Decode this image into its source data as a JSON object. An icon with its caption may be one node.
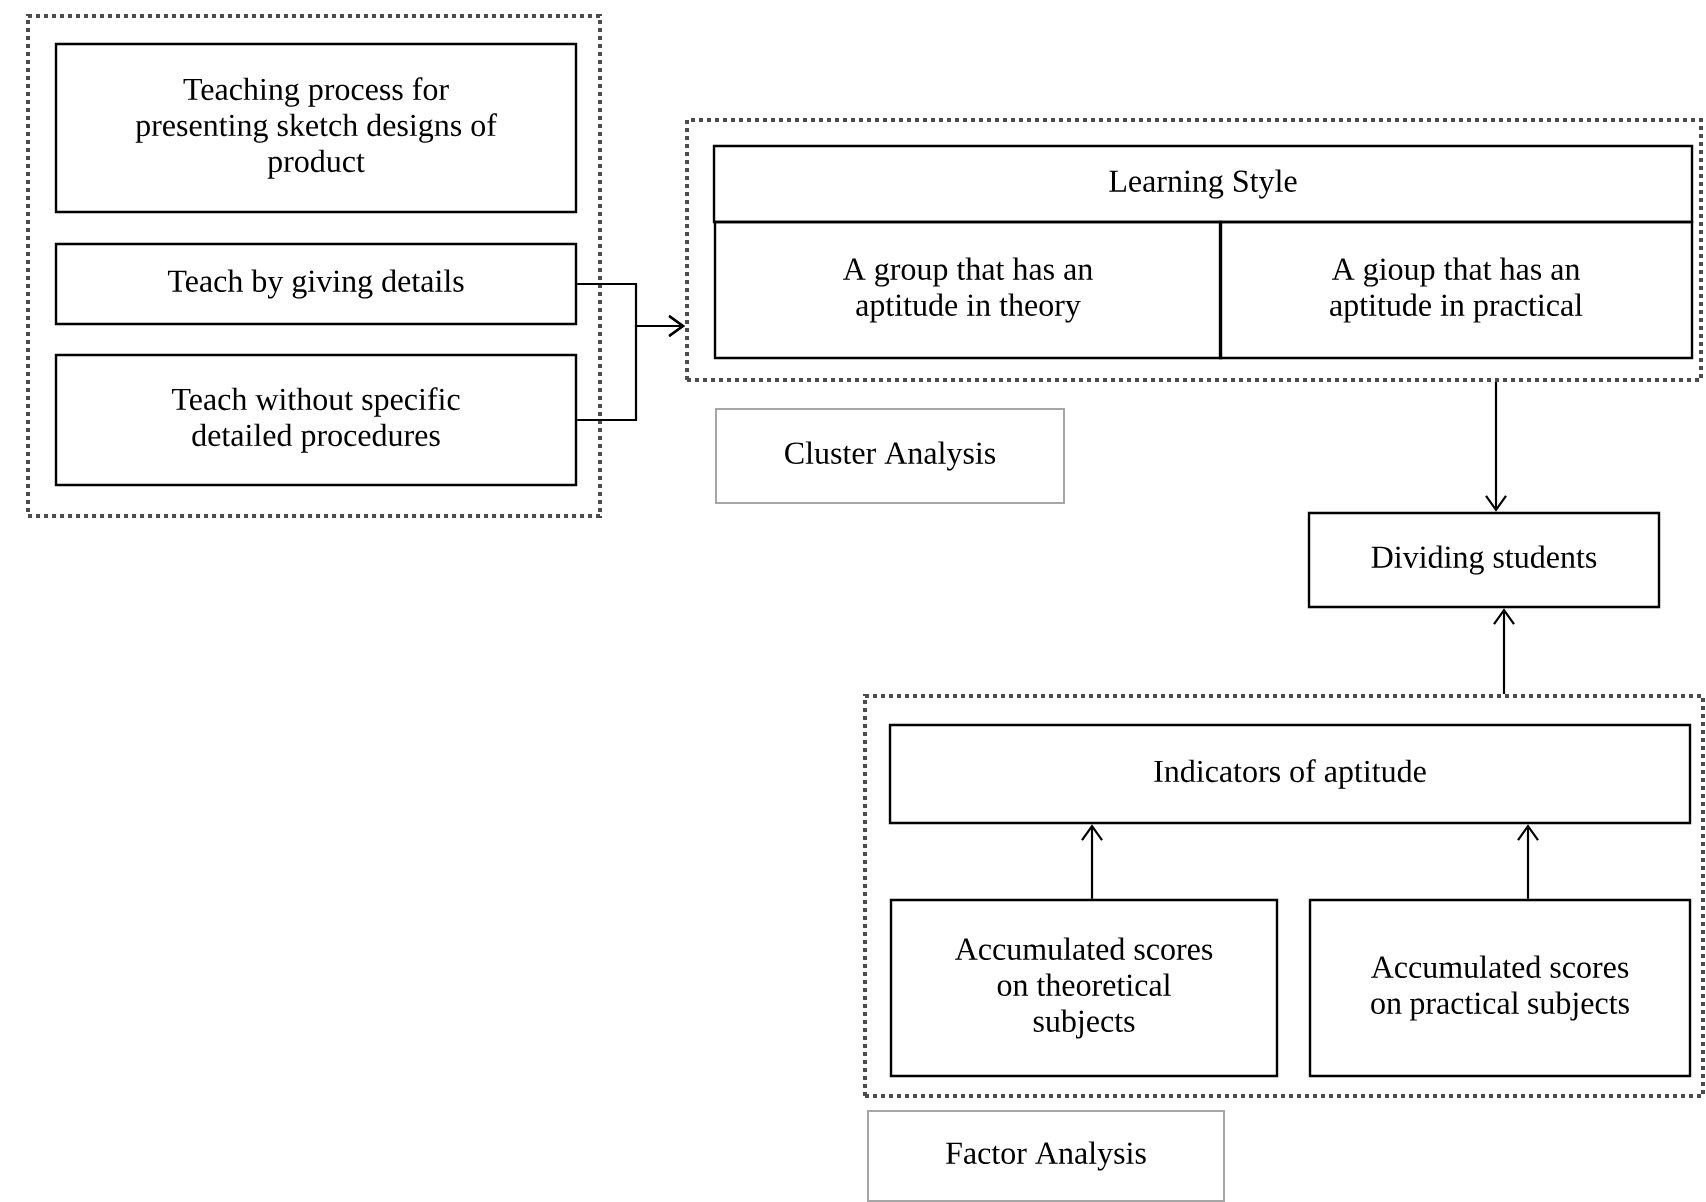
{
  "diagram": {
    "nodes": [
      {
        "text": [],
        "shape": "box"
      },
      {
        "text": [
          "Teaching process for presenting sketch designs of product"
        ],
        "in": 0
      },
      {
        "text": [
          "Teach by giving details"
        ],
        "in": 0
      },
      {
        "text": [
          "Teach without specific detailed procedures"
        ],
        "in": 0
      },
      {
        "text": [],
        "shape": "box"
      },
      {
        "text": [
          "Learning Style"
        ],
        "in": 4
      },
      {
        "text": [
          "A group that has an aptitude in theory"
        ],
        "in": 4
      },
      {
        "text": [
          "A gioup that has an aptitude in practical"
        ],
        "in": 4
      },
      {
        "text": [
          "Cluster Analysis"
        ]
      },
      {
        "text": [
          "Dividing students"
        ]
      },
      {
        "text": [],
        "shape": "box"
      },
      {
        "text": [
          "Indicators of aptitude"
        ],
        "in": 10
      },
      {
        "text": [
          "Accumulated scores on theoretical subjects"
        ],
        "in": 10
      },
      {
        "text": [
          "Accumulated scores on practical subjects"
        ],
        "in": 10
      },
      {
        "text": [
          "Factor Analysis"
        ]
      }
    ],
    "edges": [
      {
        "from": 2,
        "to": 4,
        "arrow": "to"
      },
      {
        "from": 3,
        "to": 4,
        "arrow": "to"
      },
      {
        "from": 4,
        "to": 9,
        "arrow": "to"
      },
      {
        "from": 10,
        "to": 9,
        "arrow": "to"
      },
      {
        "from": 12,
        "to": 11,
        "arrow": "to"
      },
      {
        "from": 13,
        "to": 11,
        "arrow": "to"
      }
    ]
  }
}
